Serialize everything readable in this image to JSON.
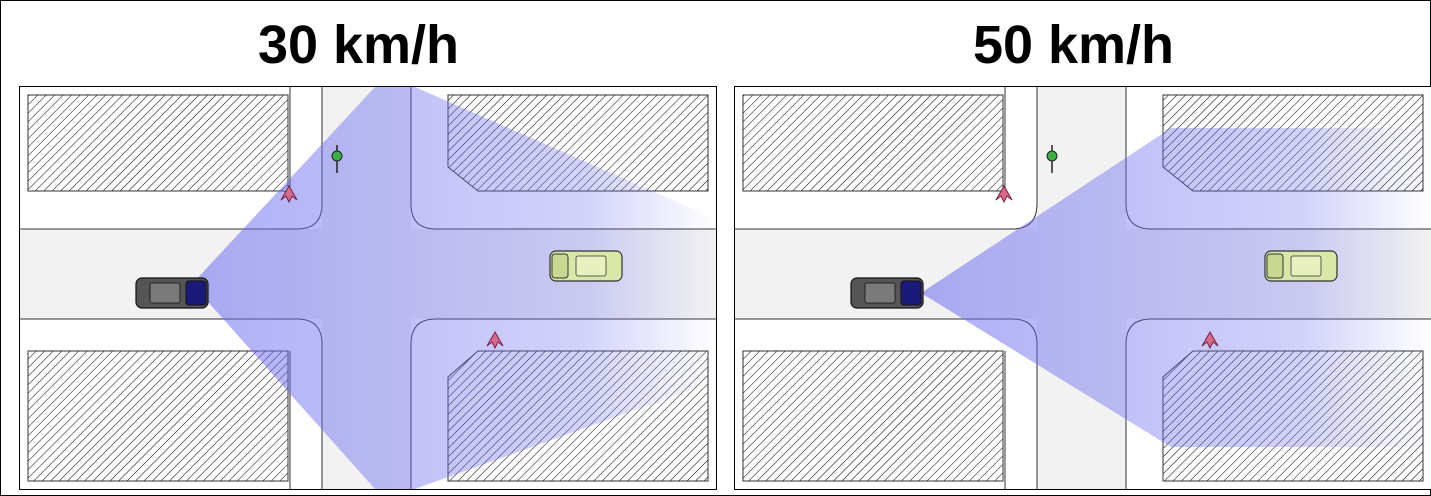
{
  "panels": [
    {
      "id": "left",
      "title": "30 km/h",
      "view_cone_color": "#6b6bf0",
      "crosswalk_shaded": true,
      "cyclist_in_cone": true,
      "pedestrians_in_cone": true,
      "oncoming_car_in_cone": true
    },
    {
      "id": "right",
      "title": "50 km/h",
      "view_cone_color": "#6b6bf0",
      "crosswalk_shaded": true,
      "cyclist_in_cone": false,
      "pedestrians_in_cone": false,
      "oncoming_car_in_cone": true
    }
  ],
  "colors": {
    "building_hatch": "#000000",
    "road": "#f2f2f2",
    "sidewalk": "#ffffff",
    "crosswalk": "#f2f2f2",
    "own_car": "#555555",
    "own_car_window": "#1a1a7a",
    "oncoming_car": "#d9e8a8",
    "cyclist": "#3cb043",
    "pedestrian": "#d86a8c",
    "view_cone": "#6b6bf0"
  },
  "icons": {
    "own_car": "car-topview-icon",
    "oncoming_car": "car-topview-icon",
    "cyclist": "bicycle-icon",
    "pedestrian": "pedestrian-icon"
  }
}
